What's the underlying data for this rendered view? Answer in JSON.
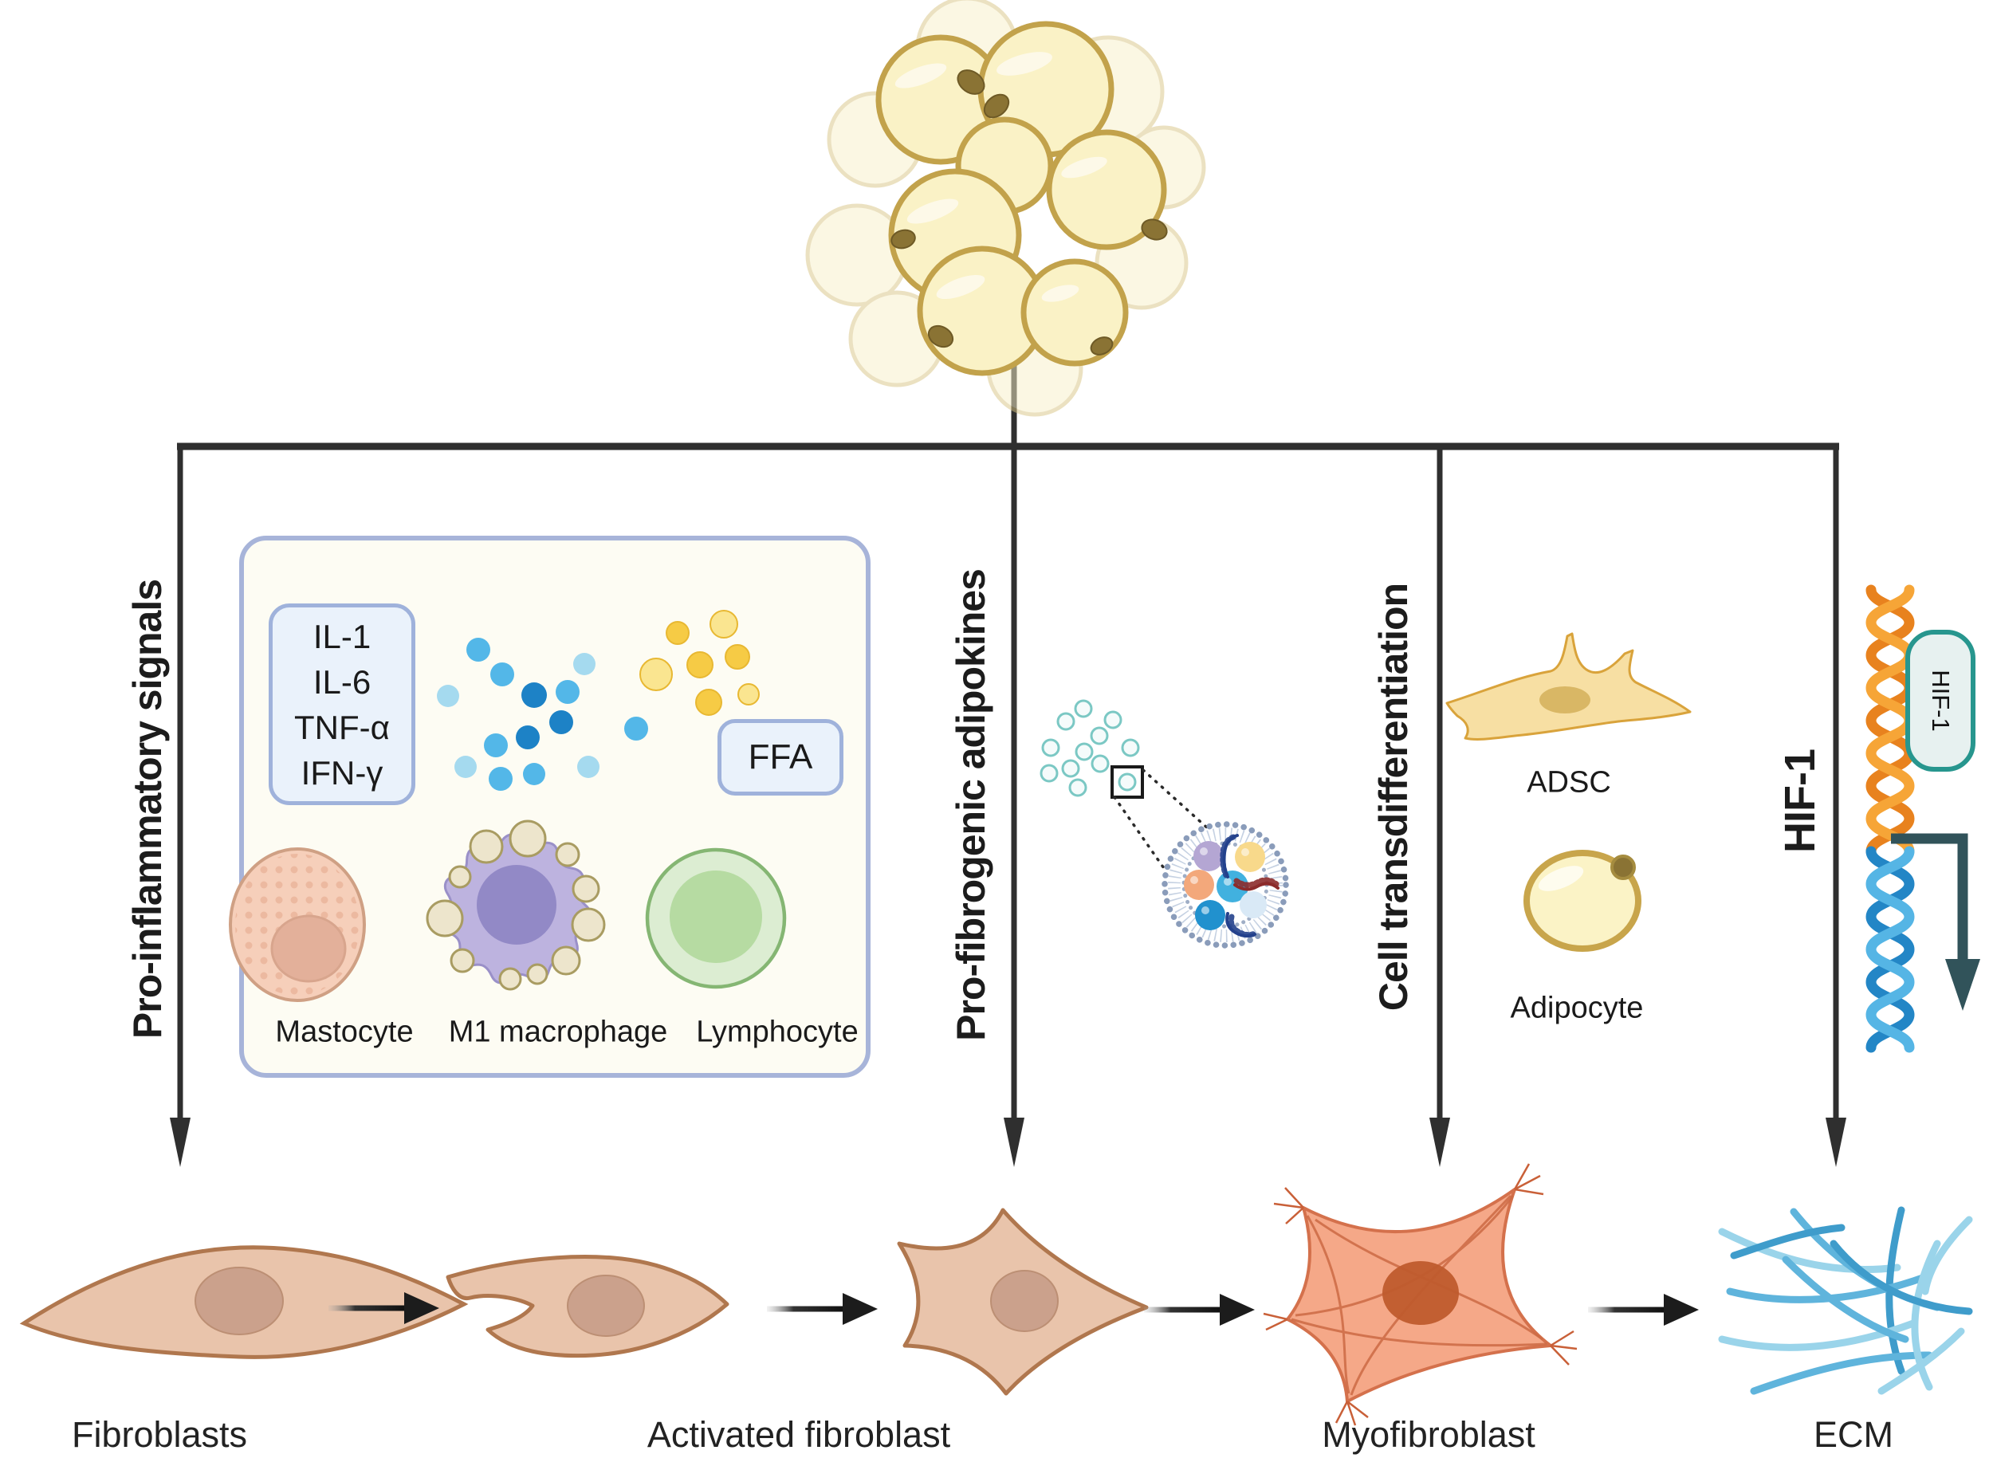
{
  "sections": {
    "pro_inflammatory": {
      "label": "Pro-inflammatory signals",
      "cytokine_box": [
        "IL-1",
        "IL-6",
        "TNF-α",
        "IFN-γ"
      ],
      "ffa_label": "FFA",
      "cells": {
        "mastocyte": "Mastocyte",
        "m1_macrophage": "M1 macrophage",
        "lymphocyte": "Lymphocyte"
      }
    },
    "pro_fibrogenic": {
      "label": "Pro-fibrogenic adipokines"
    },
    "cell_transdifferentiation": {
      "label": "Cell transdifferentiation",
      "adsc_label": "ADSC",
      "adipocyte_label": "Adipocyte"
    },
    "hif": {
      "label": "HIF-1",
      "dna_bound_factor": "HIF-1"
    }
  },
  "bottom_row": {
    "fibroblasts": "Fibroblasts",
    "activated_fibroblast": "Activated fibroblast",
    "myofibroblast": "Myofibroblast",
    "ecm": "ECM"
  },
  "illustrations": {
    "adipose_tissue_cluster": "adipose-tissue-cluster",
    "cytokine_dots": "blue-cytokine-dots",
    "ffa_droplets": "yellow-ffa-droplets",
    "mastocyte": "mastocyte-cell",
    "m1_macrophage": "m1-macrophage-cell",
    "lymphocyte": "lymphocyte-cell",
    "adipokine_vesicles": "teal-adipokine-vesicles",
    "exosome": "exosome-with-cargo",
    "adsc": "adsc-spindle-cell",
    "adipocyte": "single-adipocyte",
    "dna_helix": "dna-double-helix",
    "transcription_arrow": "transcription-bent-arrow",
    "fibroblast": "fibroblast-spindle",
    "activated_fibroblast": "activated-fibroblast-stellate",
    "myofibroblast": "myofibroblast-star",
    "ecm_fibers": "ecm-fiber-mesh"
  },
  "colors": {
    "panel_border": "#A7B4D9",
    "panel_fill": "#FDFCF3",
    "label_box_fill": "#EAF2FB",
    "arrow_black": "#333333",
    "teal_accent": "#27968E",
    "transcription_arrow": "#31535A",
    "dna_top_orange": "#F09A2F",
    "dna_bottom_blue": "#3FA6DC",
    "cytokine_dot_blue": "#53B7E8",
    "ffa_dot_yellow": "#F6CB45",
    "exosome_membrane": "#8A9CBA",
    "adipocyte_fill": "#FAF2C6",
    "adipocyte_border": "#C2A24B",
    "fibroblast_fill": "#E9C4AB",
    "fibroblast_border": "#B0774E",
    "myofibroblast_fill": "#F5A888",
    "ecm_fiber_blue": "#6FC0E2"
  }
}
